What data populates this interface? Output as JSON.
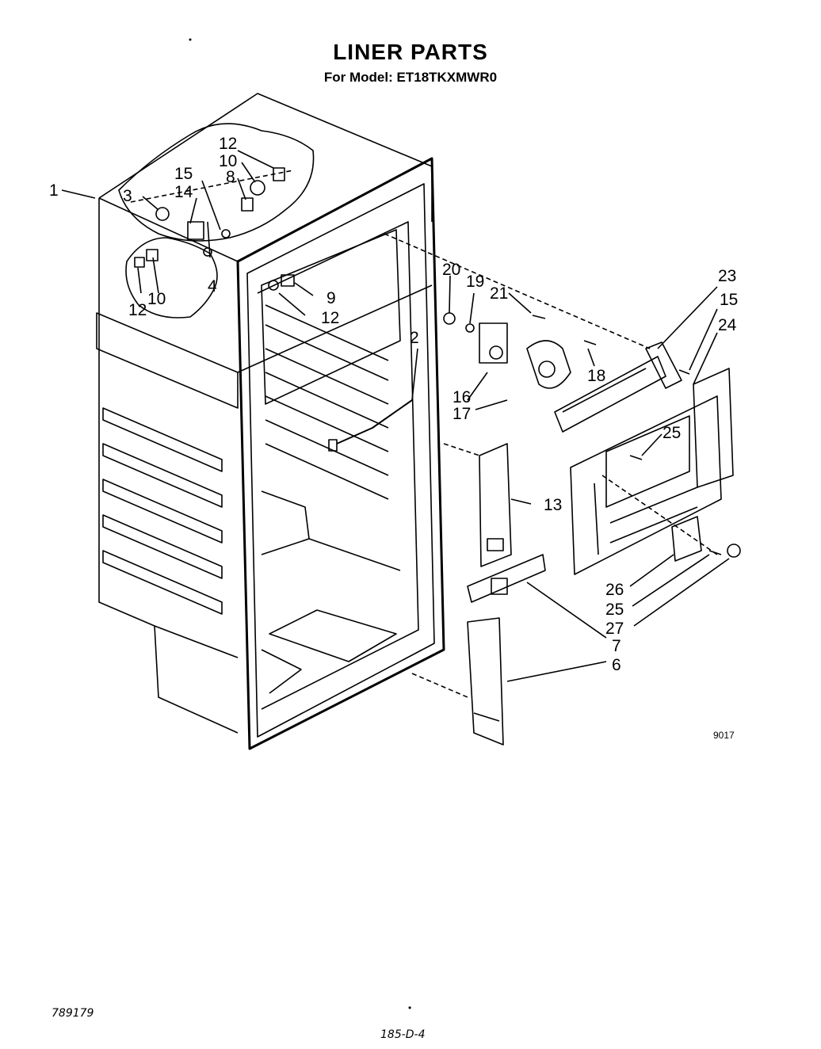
{
  "header": {
    "title": "LINER PARTS",
    "subtitle_prefix": "For Model:",
    "model": "ET18TKXMWR0"
  },
  "callouts": [
    {
      "id": "1",
      "text": "1"
    },
    {
      "id": "2",
      "text": "2"
    },
    {
      "id": "3",
      "text": "3"
    },
    {
      "id": "4",
      "text": "4"
    },
    {
      "id": "6",
      "text": "6"
    },
    {
      "id": "7",
      "text": "7"
    },
    {
      "id": "8",
      "text": "8"
    },
    {
      "id": "9",
      "text": "9"
    },
    {
      "id": "10a",
      "text": "10"
    },
    {
      "id": "10b",
      "text": "10"
    },
    {
      "id": "12a",
      "text": "12"
    },
    {
      "id": "12b",
      "text": "12"
    },
    {
      "id": "12c",
      "text": "12"
    },
    {
      "id": "13",
      "text": "13"
    },
    {
      "id": "14",
      "text": "14"
    },
    {
      "id": "15a",
      "text": "15"
    },
    {
      "id": "15b",
      "text": "15"
    },
    {
      "id": "16",
      "text": "16"
    },
    {
      "id": "17",
      "text": "17"
    },
    {
      "id": "18",
      "text": "18"
    },
    {
      "id": "19",
      "text": "19"
    },
    {
      "id": "20",
      "text": "20"
    },
    {
      "id": "21",
      "text": "21"
    },
    {
      "id": "23",
      "text": "23"
    },
    {
      "id": "24",
      "text": "24"
    },
    {
      "id": "25a",
      "text": "25"
    },
    {
      "id": "25b",
      "text": "25"
    },
    {
      "id": "26",
      "text": "26"
    },
    {
      "id": "27",
      "text": "27"
    }
  ],
  "footer": {
    "code": "9017",
    "handwritten_left": "789179",
    "handwritten_center": "185-D-4",
    "dot": "•"
  }
}
